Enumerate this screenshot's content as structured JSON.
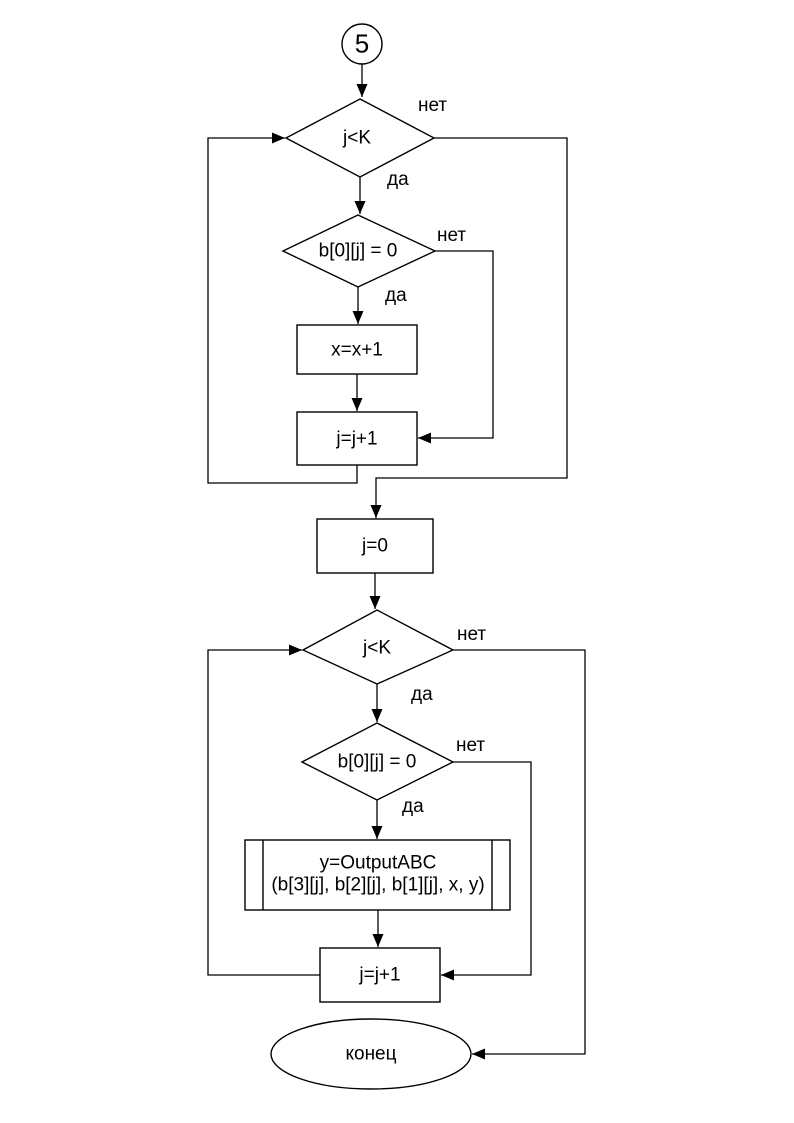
{
  "colors": {
    "background": "#ffffff",
    "line": "#000000",
    "text": "#000000"
  },
  "connector": {
    "label": "5"
  },
  "branch_labels": {
    "no": "нет",
    "yes": "да"
  },
  "nodes": {
    "loop1_condition": "j<K",
    "loop1_zero_check": "b[0][j] = 0",
    "increment_x": "x=x+1",
    "increment_j_1": "j=j+1",
    "reset_j": "j=0",
    "loop2_condition": "j<K",
    "loop2_zero_check": "b[0][j] = 0",
    "output_call_line1": "y=OutputABC",
    "output_call_line2": "(b[3][j], b[2][j], b[1][j], x, y)",
    "increment_j_2": "j=j+1",
    "terminator_end": "конец"
  }
}
